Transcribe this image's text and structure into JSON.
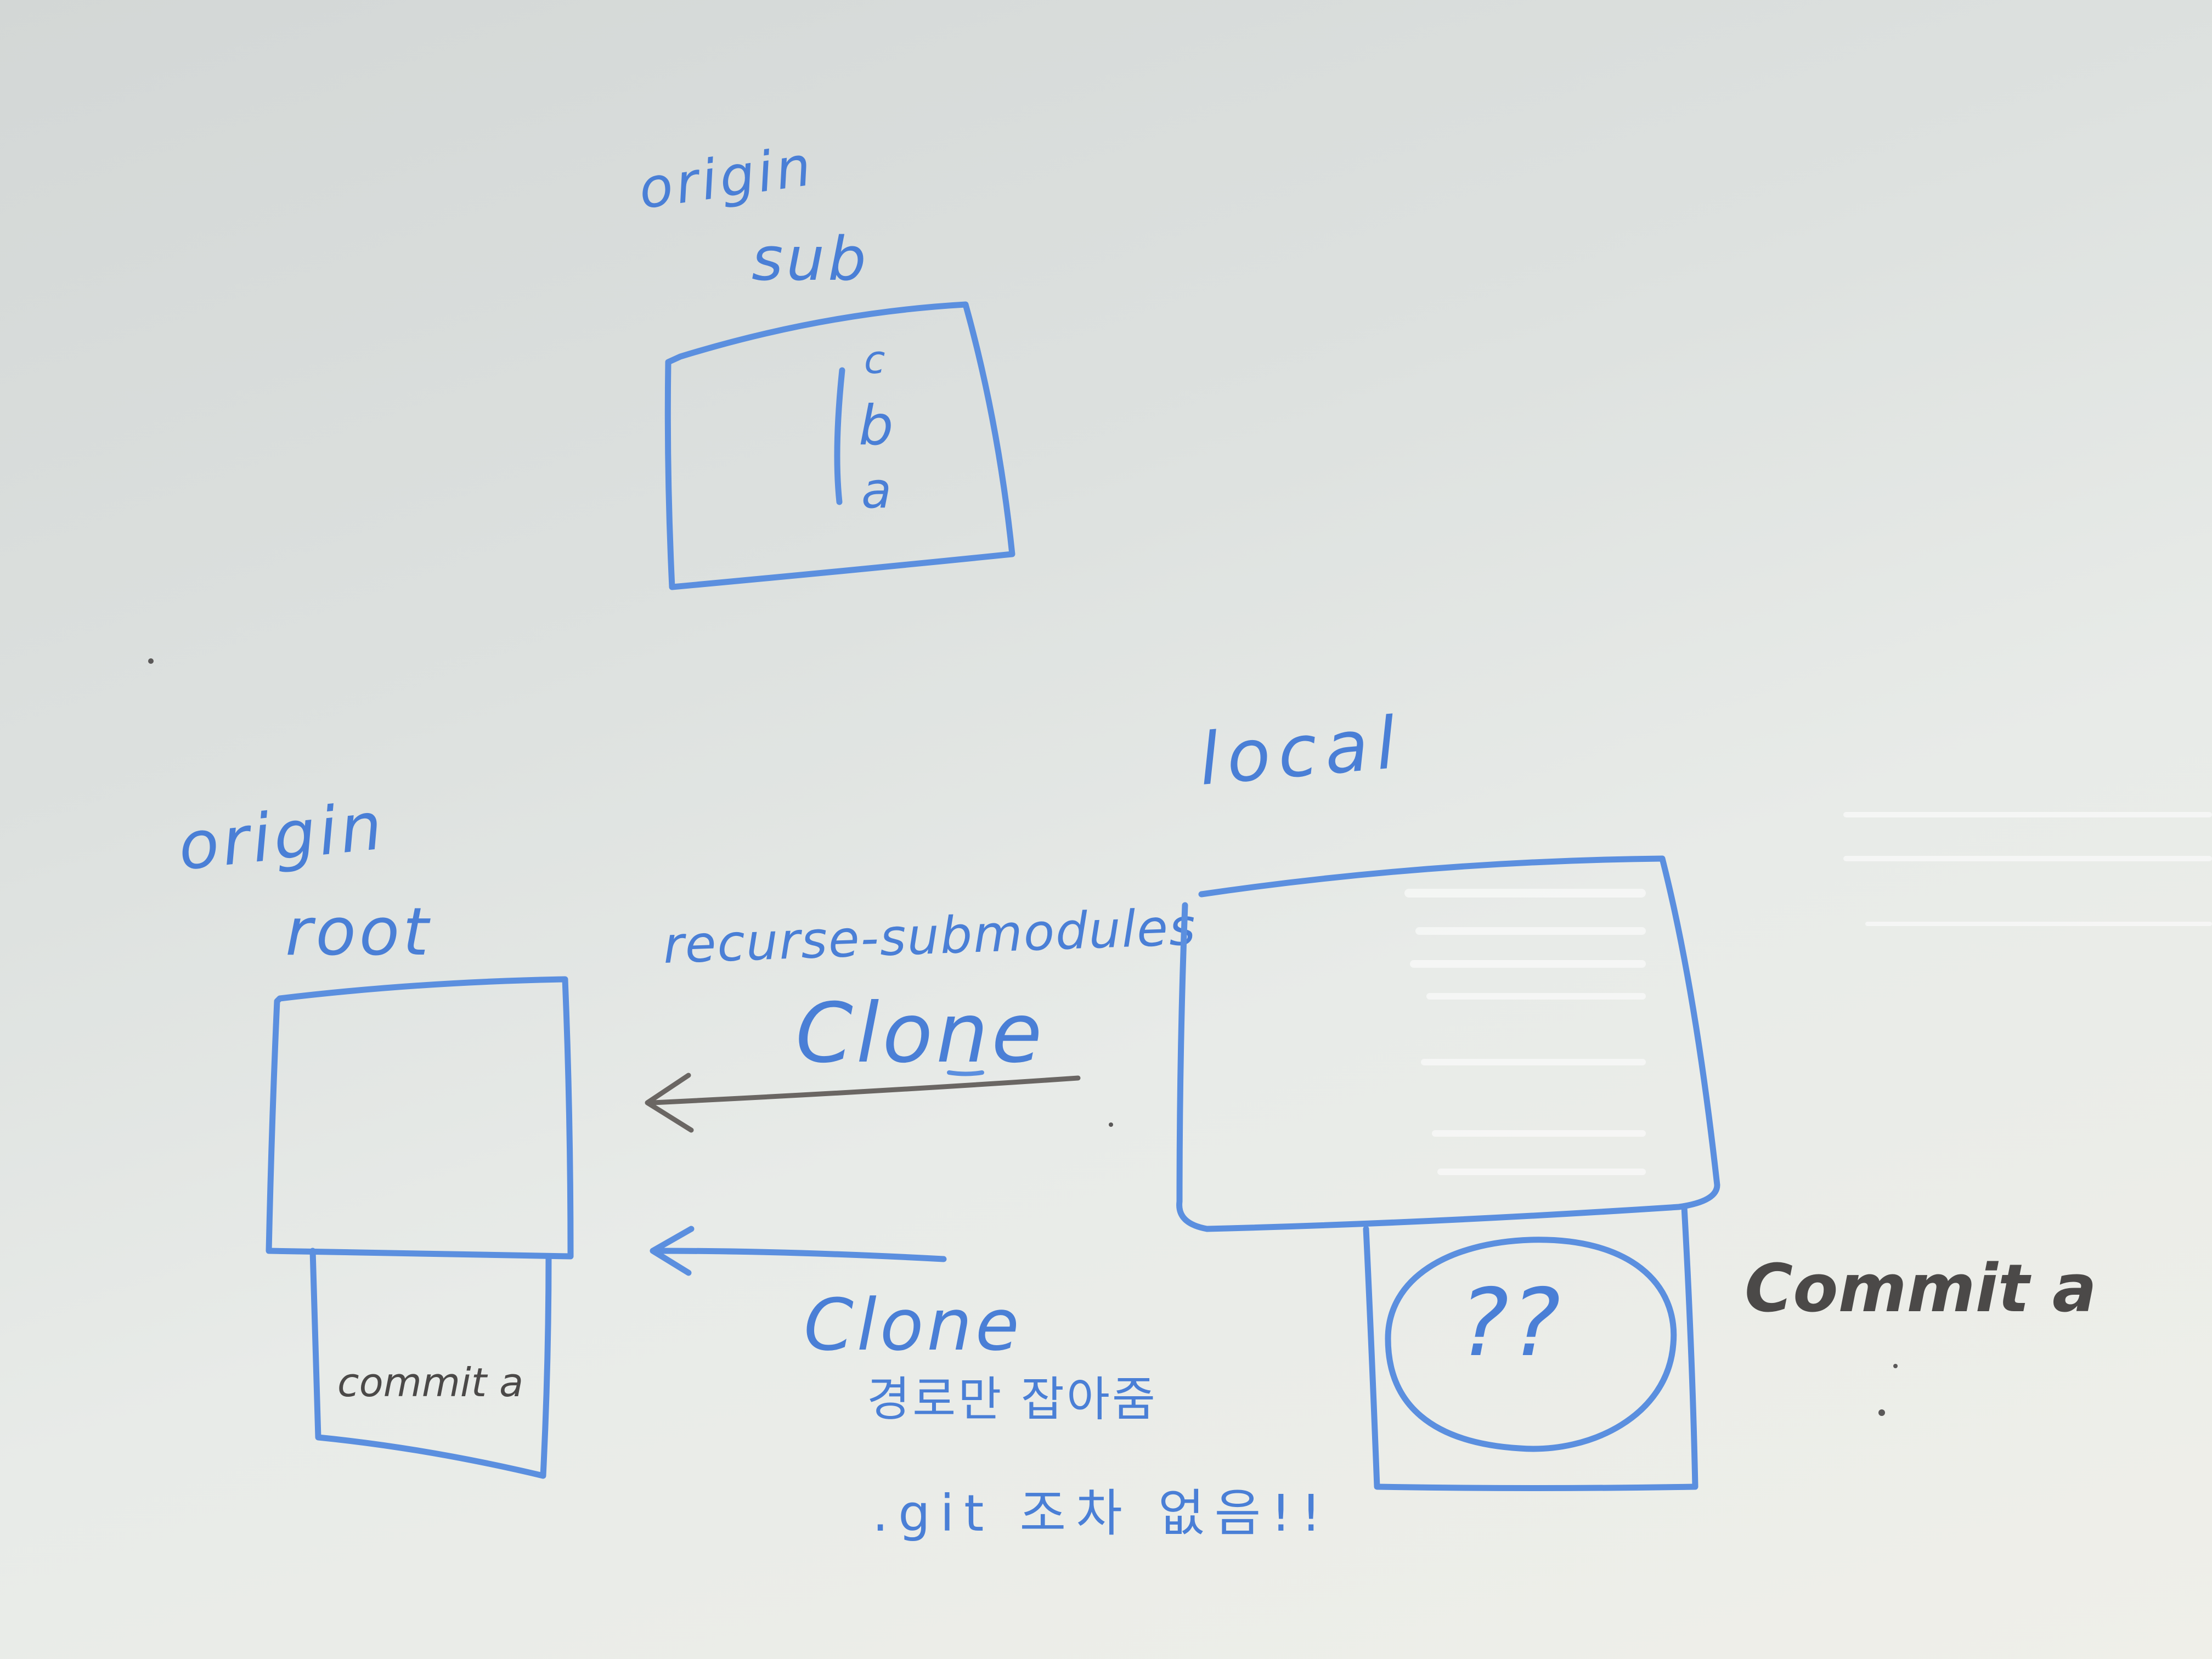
{
  "whiteboard": {
    "origin_sub": {
      "line1": "origin",
      "line2": "sub",
      "commits": [
        "c",
        "b",
        "a"
      ]
    },
    "origin_root": {
      "line1": "origin",
      "line2": "root",
      "commit_label": "commit a"
    },
    "local": {
      "label": "local",
      "unknown_mark": "??",
      "commit_label": "Commit a"
    },
    "arrows": {
      "upper_option": "recurse-submodules",
      "upper_command": "Clone",
      "lower_command": "Clone",
      "note_line1": "경로만 잡아줌",
      "note_line2": ".git 조차 없음!!"
    },
    "colors": {
      "marker_blue": "#5b8fdf",
      "marker_dark": "#6a6663",
      "board": "#e2e5e2"
    }
  }
}
